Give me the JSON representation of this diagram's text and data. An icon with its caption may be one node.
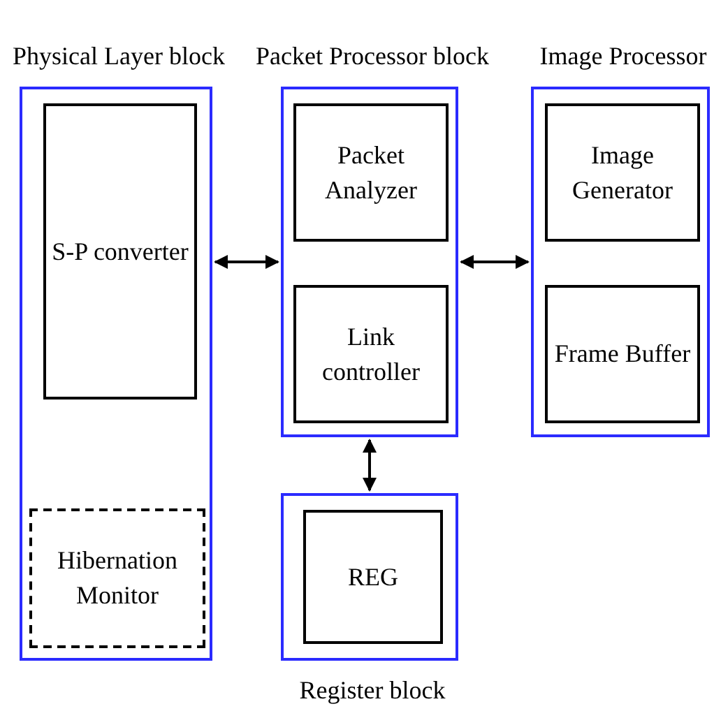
{
  "diagram": {
    "nodes": [
      {
        "text": [
          "Physical Layer block"
        ]
      },
      {
        "text": [
          "S-P converter"
        ],
        "in": 0
      },
      {
        "text": [
          "Hibernation Monitor"
        ],
        "in": 0
      },
      {
        "text": [
          "Packet Processor block"
        ]
      },
      {
        "text": [
          "Packet Analyzer"
        ],
        "in": 3
      },
      {
        "text": [
          "Link controller"
        ],
        "in": 3
      },
      {
        "text": [
          "Image Processor"
        ]
      },
      {
        "text": [
          "Image Generator"
        ],
        "in": 6
      },
      {
        "text": [
          "Frame Buffer"
        ],
        "in": 6
      },
      {
        "text": [
          "Register block"
        ]
      },
      {
        "text": [
          "REG"
        ],
        "in": 9
      }
    ],
    "edges": [
      {
        "from": 0,
        "to": 3,
        "arrow": "both"
      },
      {
        "from": 3,
        "to": 6,
        "arrow": "both"
      },
      {
        "from": 3,
        "to": 9,
        "arrow": "both"
      }
    ]
  }
}
